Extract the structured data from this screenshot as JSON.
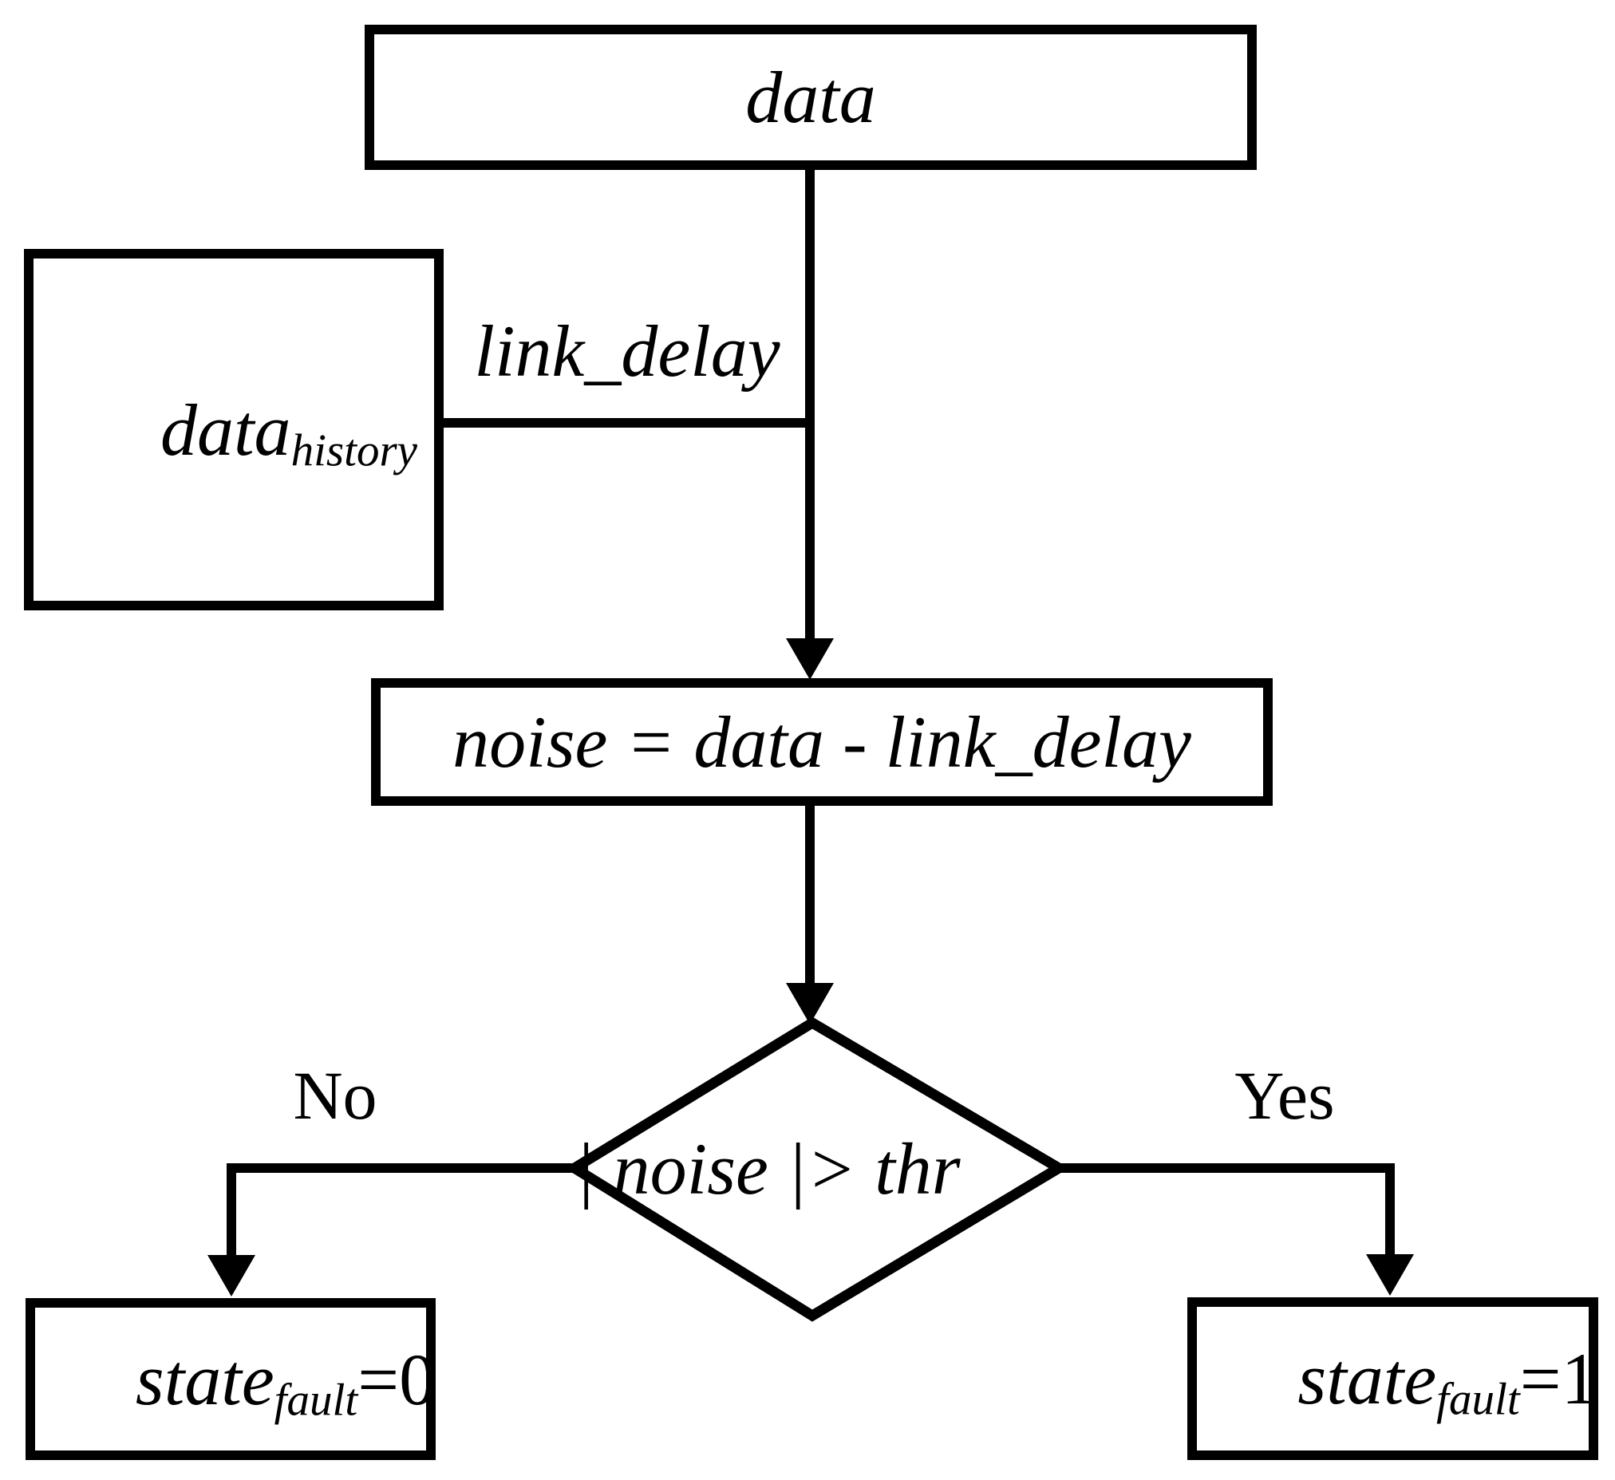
{
  "figure": {
    "type": "flowchart",
    "colors": {
      "stroke": "#000000",
      "background": "#ffffff"
    },
    "nodes": {
      "data_box": {
        "label": "data"
      },
      "history_box": {
        "base": "data",
        "subscript": "history"
      },
      "noise_box": {
        "label": "noise = data - link_delay"
      },
      "decision": {
        "label": "| noise |> thr"
      },
      "fault_zero_box": {
        "base": "state",
        "subscript": "fault",
        "suffix": "=0"
      },
      "fault_one_box": {
        "base": "state",
        "subscript": "fault",
        "suffix": "=1"
      }
    },
    "edge_labels": {
      "link_delay": "link_delay",
      "no": "No",
      "yes": "Yes"
    }
  }
}
